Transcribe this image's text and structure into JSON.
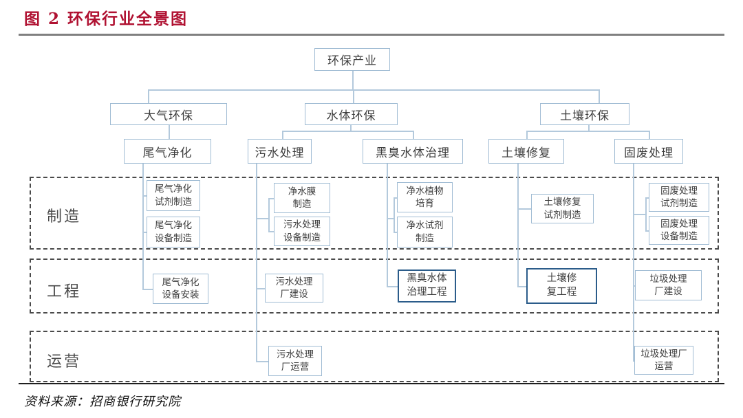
{
  "figure": {
    "title": "图 2 环保行业全景图",
    "source": "资料来源：招商银行研究院"
  },
  "colors": {
    "title_red": "#b01232",
    "box_border_blue": "#9fbbd3",
    "highlight_border_blue": "#2b5c8a",
    "connector_blue": "#b3c9dc",
    "dashed_border_gray": "#4a4a4a",
    "text_gray": "#3d3d3d"
  },
  "tree": {
    "root": "环保产业",
    "air": "大气环保",
    "water": "水体环保",
    "soil": "土壤环保",
    "exhaust": "尾气净化",
    "sewage": "污水处理",
    "black_water": "黑臭水体治理",
    "soil_repair": "土壤修复",
    "solid_waste": "固废处理"
  },
  "rows": {
    "manufacturing": "制造",
    "engineering": "工程",
    "operations": "运营"
  },
  "leaves": {
    "exhaust_reagent_mfg": "尾气净化\n试剂制造",
    "exhaust_equipment_mfg": "尾气净化\n设备制造",
    "water_membrane_mfg": "净水膜\n制造",
    "sewage_equipment_mfg": "污水处理\n设备制造",
    "water_plant_cultivation": "净水植物\n培育",
    "water_reagent_mfg": "净水试剂\n制造",
    "soil_repair_reagent_mfg": "土壤修复\n试剂制造",
    "solid_waste_reagent_mfg": "固废处理\n试剂制造",
    "solid_waste_equipment_mfg": "固废处理\n设备制造",
    "exhaust_equipment_install": "尾气净化\n设备安装",
    "sewage_plant_construction": "污水处理\n厂建设",
    "black_water_treatment_project": "黑臭水体\n治理工程",
    "soil_repair_project": "土壤修\n复工程",
    "garbage_plant_construction": "垃圾处理\n厂建设",
    "sewage_plant_operation": "污水处理\n厂运营",
    "garbage_plant_operation": "垃圾处理厂\n运营"
  }
}
